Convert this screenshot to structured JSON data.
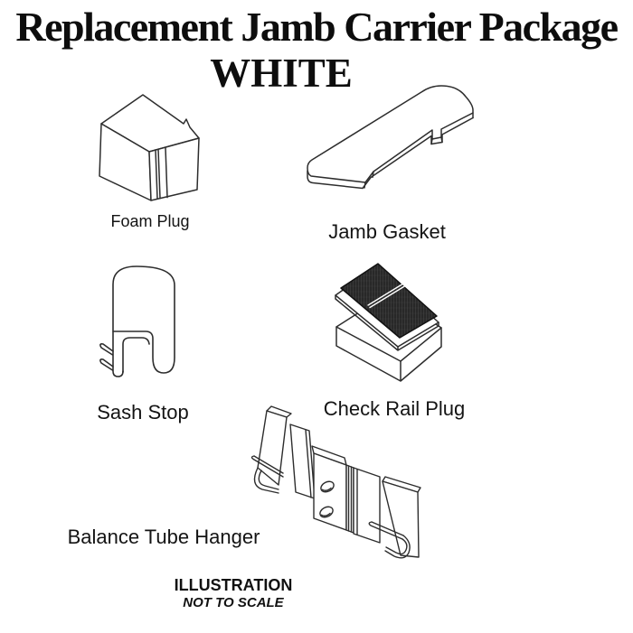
{
  "title": {
    "line1": "Replacement Jamb Carrier Package",
    "line2": "WHITE"
  },
  "parts": [
    {
      "id": "foam-plug",
      "label": "Foam Plug"
    },
    {
      "id": "jamb-gasket",
      "label": "Jamb Gasket"
    },
    {
      "id": "sash-stop",
      "label": "Sash Stop"
    },
    {
      "id": "check-rail-plug",
      "label": "Check Rail Plug"
    },
    {
      "id": "balance-tube-hanger",
      "label": "Balance Tube Hanger"
    }
  ],
  "footer": {
    "line1": "ILLUSTRATION",
    "line2": "NOT TO SCALE"
  },
  "colors": {
    "background": "#ffffff",
    "line": "#2d2d2d",
    "text": "#0d0d0d",
    "pile_pad_fill": "#161616",
    "pile_pad_hatch": "#3f3f3f"
  }
}
